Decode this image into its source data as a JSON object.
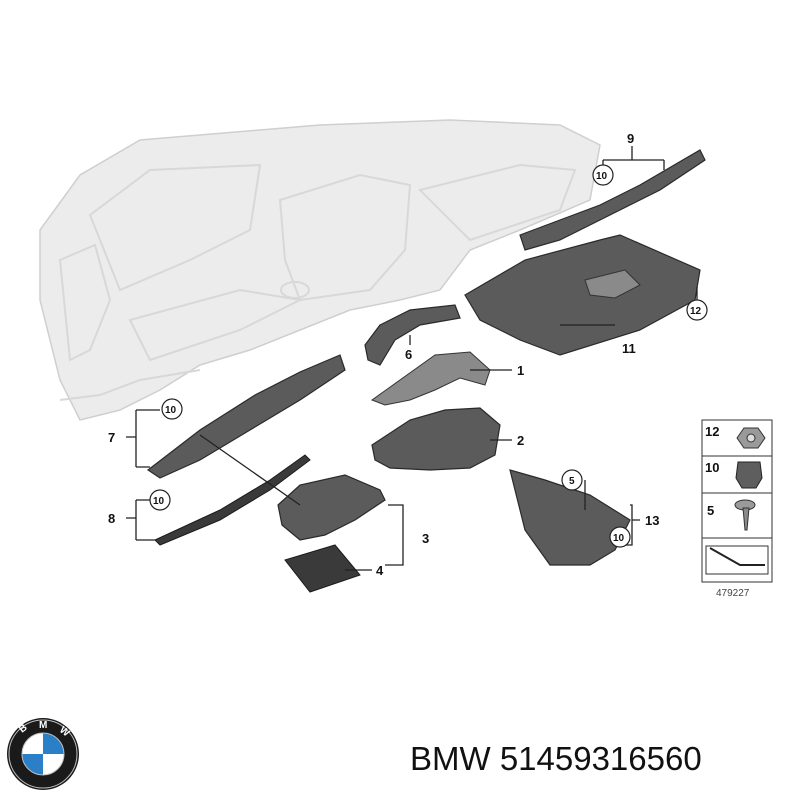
{
  "callouts": {
    "c1": "1",
    "c2": "2",
    "c3": "3",
    "c4": "4",
    "c5": "5",
    "c6": "6",
    "c7": "7",
    "c8": "8",
    "c9": "9",
    "c10_a": "10",
    "c10_b": "10",
    "c10_c": "10",
    "c10_d": "10",
    "c11": "11",
    "c12": "12",
    "c13": "13"
  },
  "legend": {
    "item_12": "12",
    "item_10": "10",
    "item_5": "5",
    "code": "479227"
  },
  "logo": {
    "letters": "BMW",
    "colors": {
      "ring": "#1a1a1a",
      "blue": "#2a7fc6",
      "white": "#ffffff"
    }
  },
  "caption": "BMW 51459316560",
  "colors": {
    "part": "#5b5b5b",
    "ghost": "#ececec",
    "line": "#222222"
  }
}
